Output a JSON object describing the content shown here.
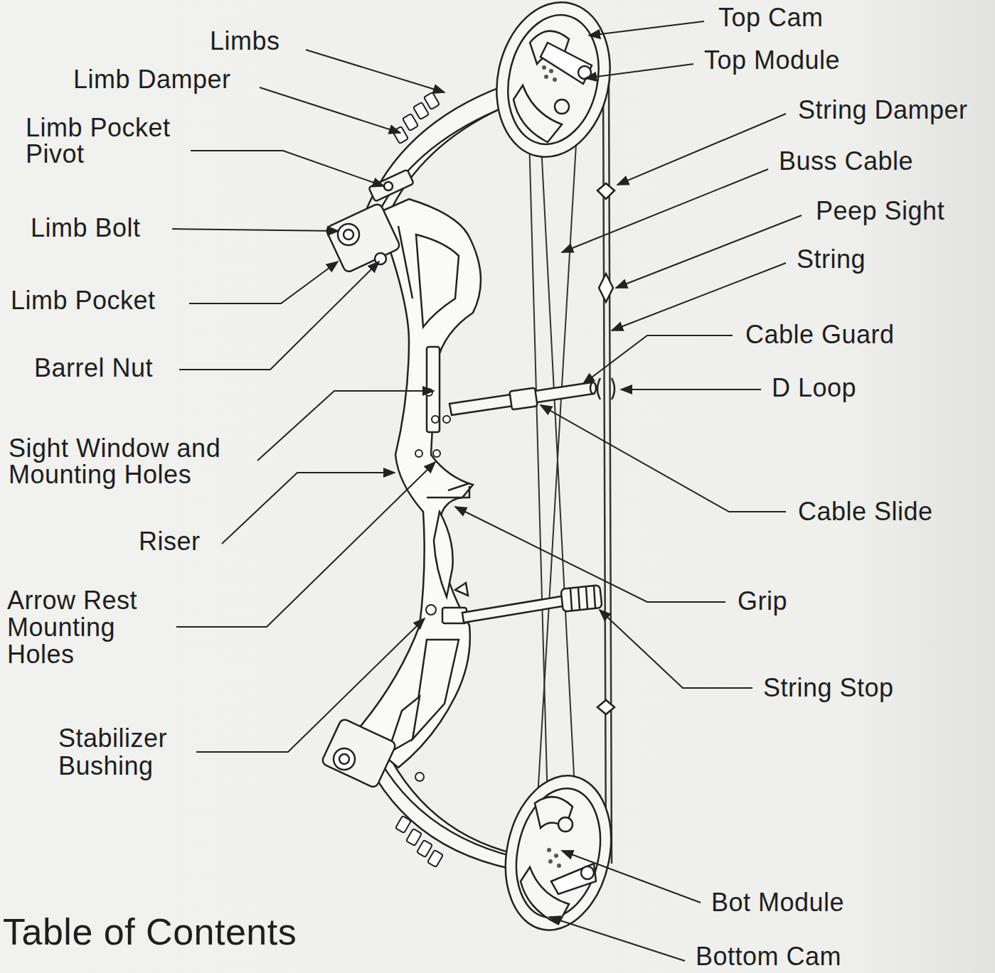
{
  "diagram": {
    "labels": [
      "Limbs",
      "Limb Damper",
      "Limb Pocket Pivot",
      "Limb Bolt",
      "Limb Pocket",
      "Barrel Nut",
      "Sight Window and Mounting Holes",
      "Riser",
      "Arrow Rest Mounting Holes",
      "Stabilizer Bushing",
      "Top Cam",
      "Top Module",
      "String Damper",
      "Buss Cable",
      "Peep Sight",
      "String",
      "Cable Guard",
      "D Loop",
      "Cable Slide",
      "Grip",
      "String Stop",
      "Bot Module",
      "Bottom Cam",
      "Table of Contents"
    ]
  }
}
